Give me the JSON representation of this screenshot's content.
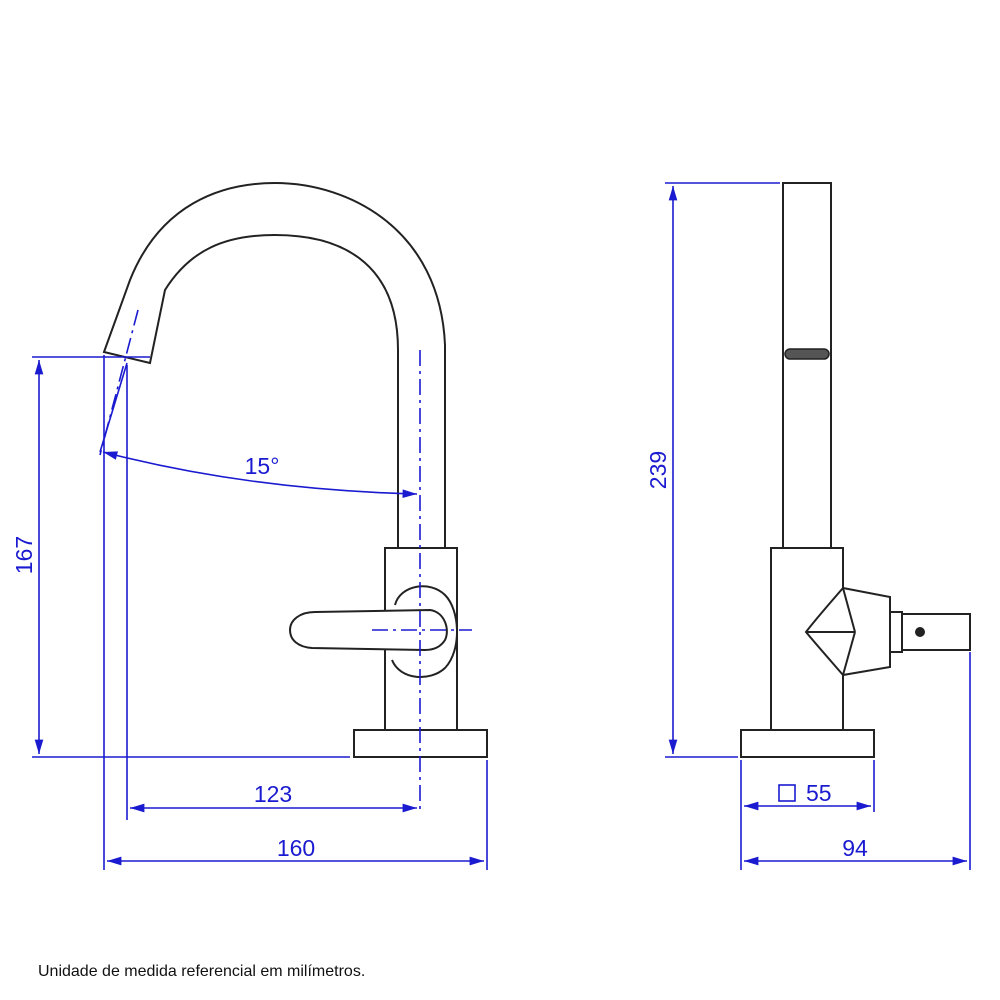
{
  "colors": {
    "dimension": "#1a1ad0",
    "outline": "#222222",
    "background": "#ffffff"
  },
  "dimensions": {
    "spout_angle": "15°",
    "spout_height": "167",
    "spout_reach": "123",
    "front_width": "160",
    "total_height": "239",
    "base_square": "55",
    "side_depth": "94"
  },
  "icons": {
    "square_symbol": "square-icon"
  },
  "footnote": "Unidade de medida referencial em milímetros."
}
